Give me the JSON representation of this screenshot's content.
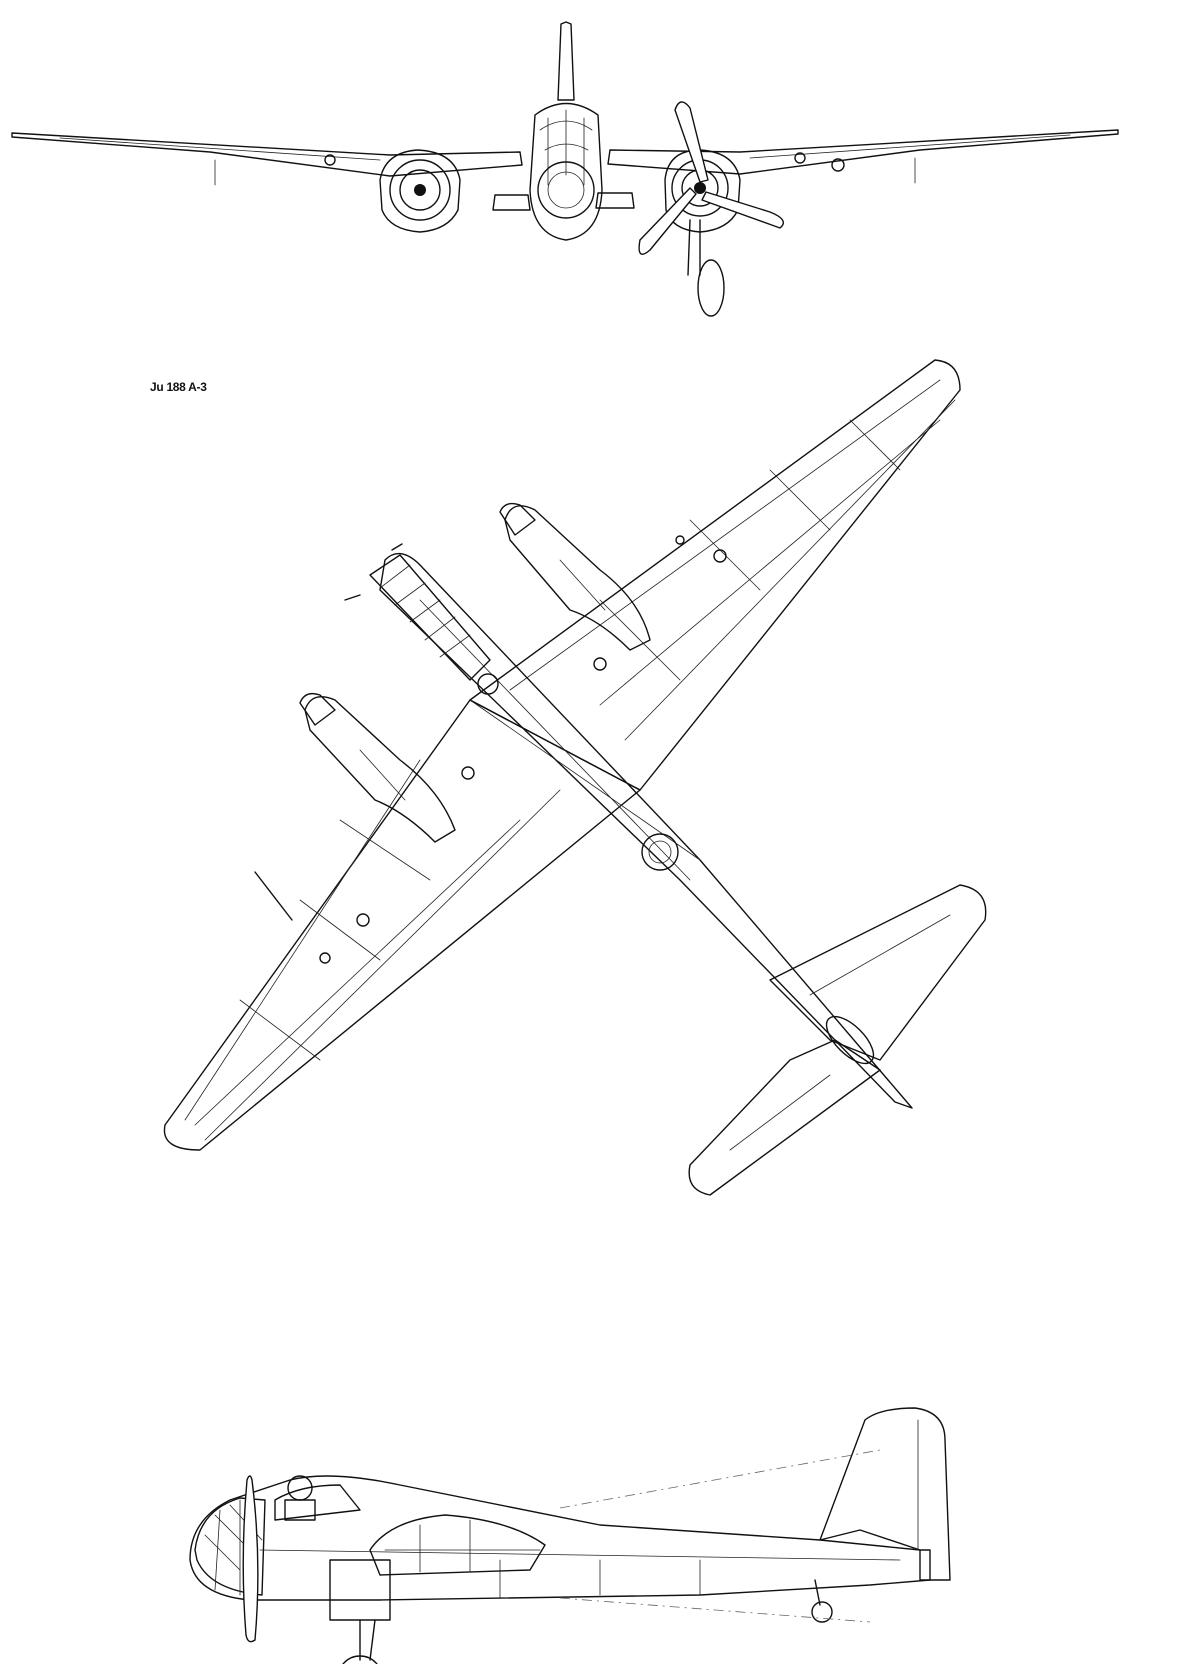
{
  "drawing": {
    "subject_label": "Ju 188 A-3",
    "views": [
      {
        "name": "front-view"
      },
      {
        "name": "plan-view"
      },
      {
        "name": "side-view"
      }
    ]
  }
}
